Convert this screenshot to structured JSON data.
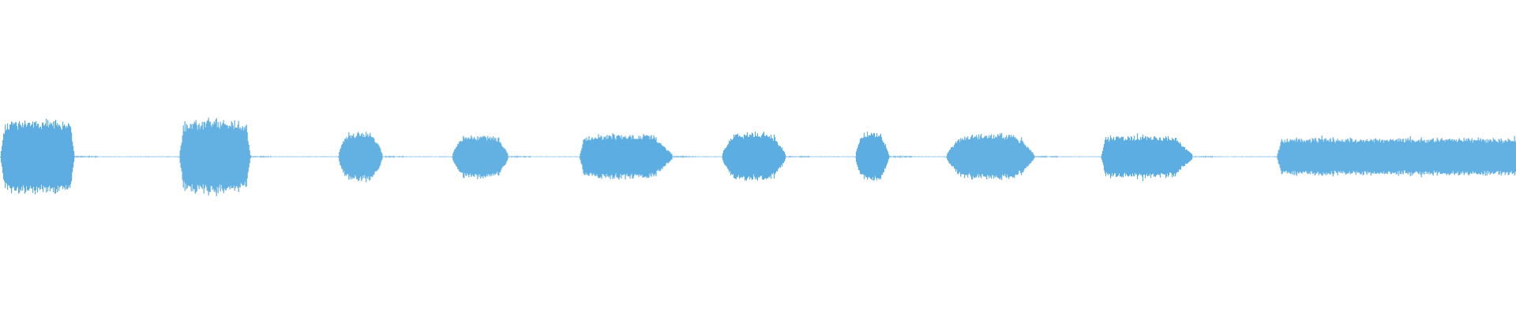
{
  "waveform": {
    "color": "#5dade2",
    "baseline_color": "#5dade2",
    "segments": [
      {
        "start": 0.0,
        "end": 0.049,
        "level": 0.95,
        "shape": "full"
      },
      {
        "start": 0.118,
        "end": 0.165,
        "level": 0.93,
        "shape": "full"
      },
      {
        "start": 0.223,
        "end": 0.252,
        "level": 0.62,
        "shape": "round"
      },
      {
        "start": 0.298,
        "end": 0.335,
        "level": 0.56,
        "shape": "round"
      },
      {
        "start": 0.382,
        "end": 0.443,
        "level": 0.57,
        "shape": "taper"
      },
      {
        "start": 0.476,
        "end": 0.518,
        "level": 0.62,
        "shape": "round"
      },
      {
        "start": 0.564,
        "end": 0.586,
        "level": 0.62,
        "shape": "round"
      },
      {
        "start": 0.624,
        "end": 0.682,
        "level": 0.59,
        "shape": "round"
      },
      {
        "start": 0.726,
        "end": 0.786,
        "level": 0.55,
        "shape": "taper"
      },
      {
        "start": 0.842,
        "end": 1.0,
        "level": 0.5,
        "shape": "flat"
      }
    ]
  }
}
